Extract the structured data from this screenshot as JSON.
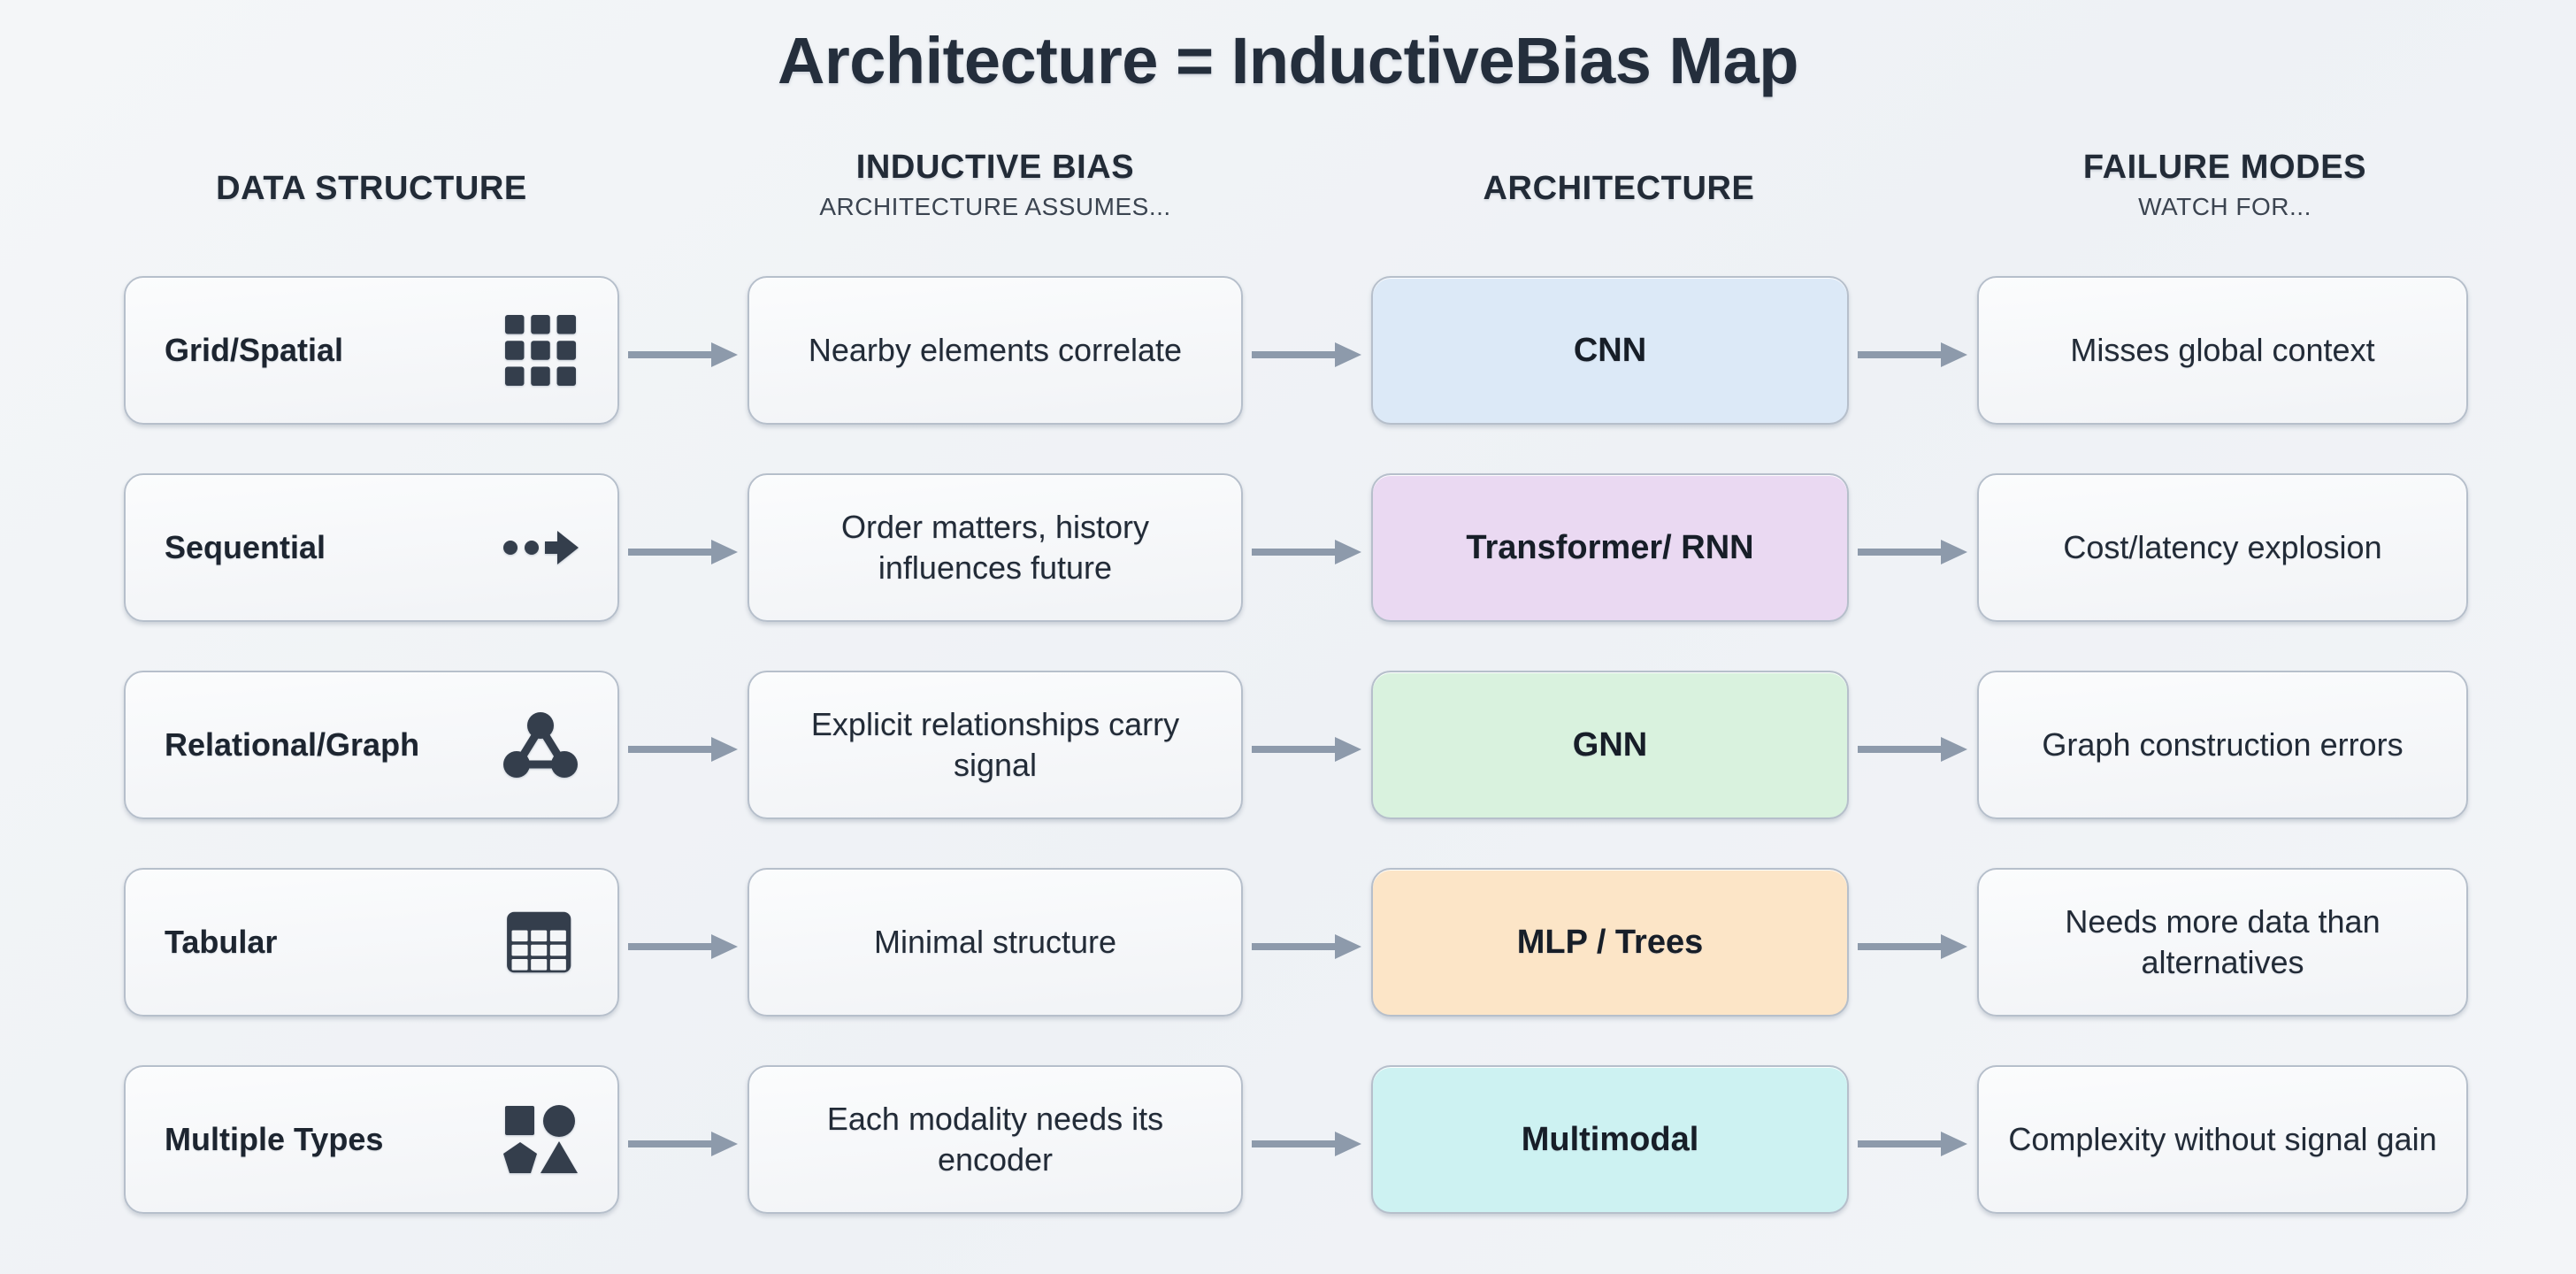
{
  "title": "Architecture = InductiveBias Map",
  "background_color": "#f2f4f7",
  "columns": [
    {
      "title": "DATA STRUCTURE",
      "subtitle": ""
    },
    {
      "title": "INDUCTIVE BIAS",
      "subtitle": "ARCHITECTURE ASSUMES..."
    },
    {
      "title": "ARCHITECTURE",
      "subtitle": ""
    },
    {
      "title": "FAILURE MODES",
      "subtitle": "WATCH FOR..."
    }
  ],
  "rows": [
    {
      "data_structure": "Grid/Spatial",
      "icon": "grid-3x3-icon",
      "inductive_bias": "Nearby elements correlate",
      "architecture": "CNN",
      "architecture_color": "#dce9f7",
      "failure_mode": "Misses global context"
    },
    {
      "data_structure": "Sequential",
      "icon": "dots-arrow-icon",
      "inductive_bias": "Order matters, history influences future",
      "architecture": "Transformer/ RNN",
      "architecture_color": "#ead9f2",
      "failure_mode": "Cost/latency explosion"
    },
    {
      "data_structure": "Relational/Graph",
      "icon": "graph-nodes-icon",
      "inductive_bias": "Explicit relationships carry signal",
      "architecture": "GNN",
      "architecture_color": "#d9f2de",
      "failure_mode": "Graph construction errors"
    },
    {
      "data_structure": "Tabular",
      "icon": "table-icon",
      "inductive_bias": "Minimal structure",
      "architecture": "MLP / Trees",
      "architecture_color": "#fce5c7",
      "failure_mode": "Needs more data than alternatives"
    },
    {
      "data_structure": "Multiple Types",
      "icon": "mixed-shapes-icon",
      "inductive_bias": "Each modality needs its encoder",
      "architecture": "Multimodal",
      "architecture_color": "#cdf2f2",
      "failure_mode": "Complexity without signal gain"
    }
  ],
  "style": {
    "card_border_color": "#b6bfcb",
    "card_fill": "#f7f9fb",
    "arrow_color": "#8d9aab",
    "icon_color": "#343e4c"
  }
}
